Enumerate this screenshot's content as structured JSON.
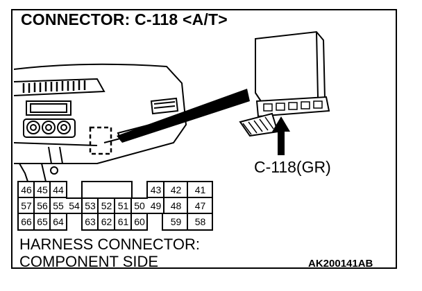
{
  "title": "CONNECTOR: C-118 <A/T>",
  "connector_label": "C-118(GR)",
  "caption": {
    "line1": "HARNESS CONNECTOR:",
    "line2": "COMPONENT SIDE"
  },
  "figure_code": "AK200141AB",
  "pins": {
    "row1": [
      "46",
      "45",
      "44",
      "43",
      "42",
      "41"
    ],
    "row2": [
      "57",
      "56",
      "55",
      "54",
      "53",
      "52",
      "51",
      "50",
      "49",
      "48",
      "47"
    ],
    "row3": [
      "66",
      "65",
      "64",
      "63",
      "62",
      "61",
      "60",
      "59",
      "58"
    ]
  }
}
